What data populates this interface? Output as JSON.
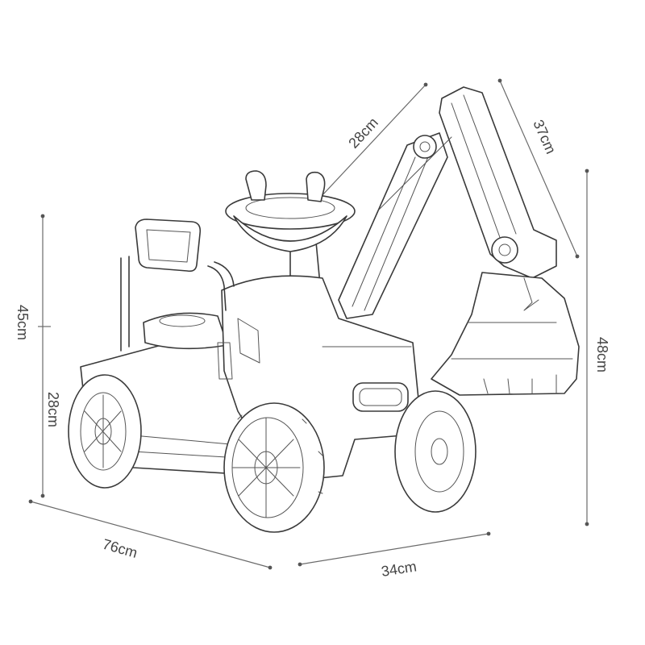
{
  "dimensions": {
    "arm_upper": "28cm",
    "arm_forearm": "37cm",
    "seat_height": "45cm",
    "lower_height": "28cm",
    "total_height": "48cm",
    "length": "76cm",
    "width": "34cm"
  }
}
